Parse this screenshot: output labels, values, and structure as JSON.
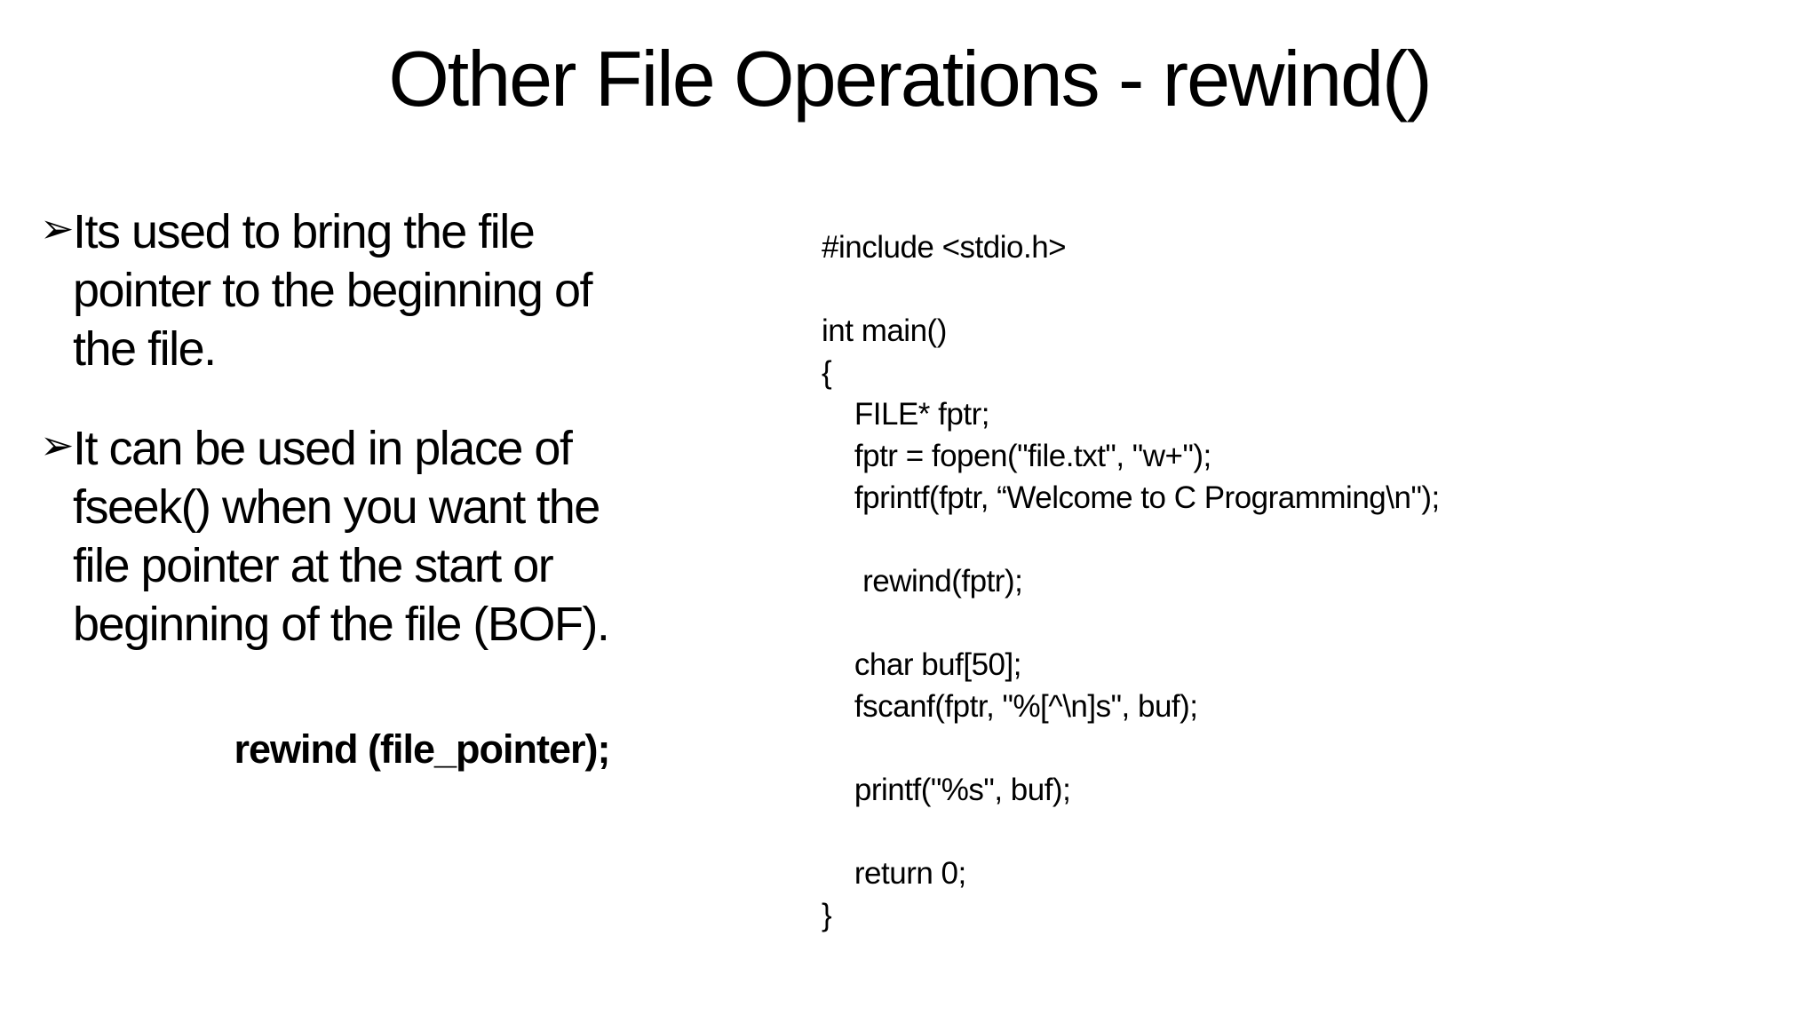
{
  "slide": {
    "title": "Other File Operations - rewind()",
    "bullet_marker": "➢",
    "bullets": [
      {
        "lines": [
          "Its used to bring the file",
          "pointer to the beginning of",
          "the file."
        ]
      },
      {
        "lines": [
          "It can be used in place of",
          "fseek() when you want the",
          "file pointer at the start or",
          "beginning of the file (BOF)."
        ]
      }
    ],
    "syntax": "rewind (file_pointer);",
    "code_lines": [
      "#include <stdio.h>",
      "",
      "int main()",
      "{",
      "    FILE* fptr;",
      "    fptr = fopen(\"file.txt\", \"w+\");",
      "    fprintf(fptr, “Welcome to C Programming\\n\");",
      "",
      "     rewind(fptr);",
      "",
      "    char buf[50];",
      "    fscanf(fptr, \"%[^\\n]s\", buf);",
      "",
      "    printf(\"%s\", buf);",
      "",
      "    return 0;",
      "}"
    ],
    "colors": {
      "background": "#ffffff",
      "text": "#000000"
    }
  }
}
